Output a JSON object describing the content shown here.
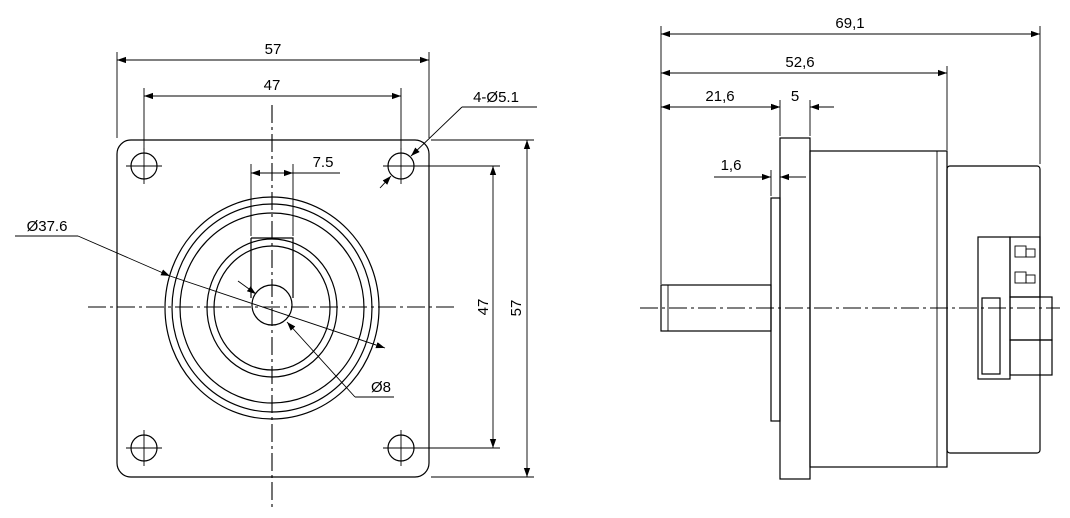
{
  "front_view": {
    "dims": {
      "width_outer": "57",
      "width_hole": "47",
      "hole_note": "4-Ø5.1",
      "shaft_flat": "7.5",
      "pilot_dia": "Ø37.6",
      "shaft_dia": "Ø8",
      "height_hole": "47",
      "height_outer": "57"
    }
  },
  "side_view": {
    "dims": {
      "overall_length": "69,1",
      "body_length": "52,6",
      "shaft_length": "21,6",
      "flange_thickness": "5",
      "pilot_depth": "1,6"
    }
  }
}
